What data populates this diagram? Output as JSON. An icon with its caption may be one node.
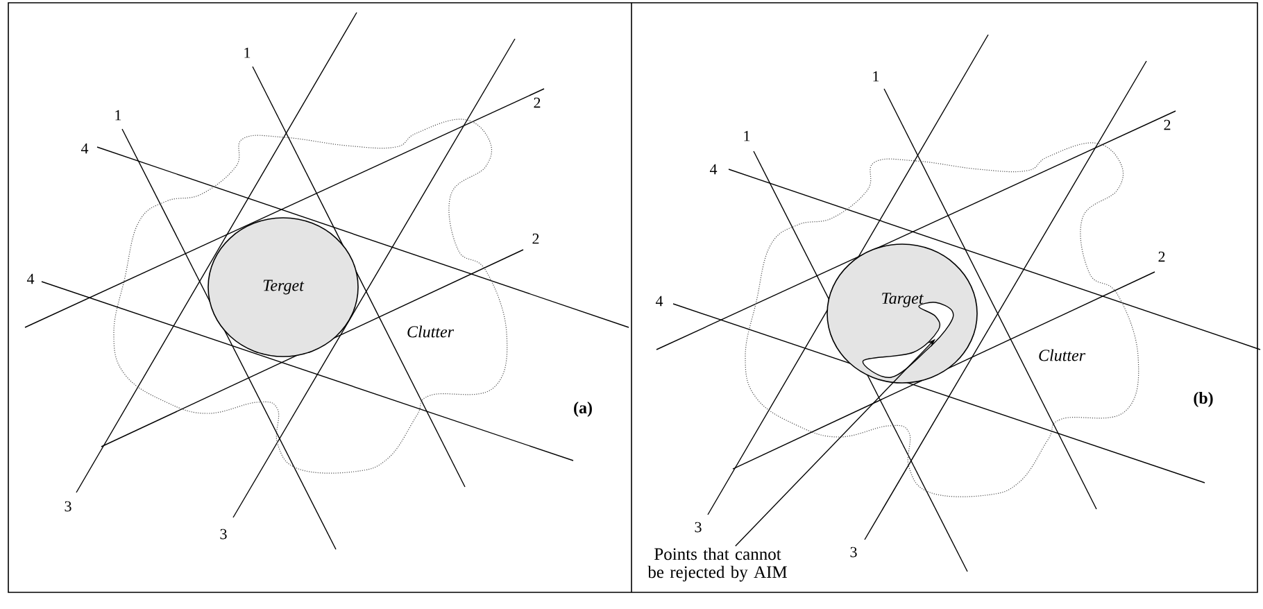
{
  "diagram": {
    "nodes": [
      {
        "text": [
          "Clutter"
        ]
      },
      {
        "text": [
          "Terget"
        ],
        "in": 0
      },
      {
        "text": [
          "Clutter"
        ]
      },
      {
        "text": [
          "Target"
        ],
        "in": 2
      },
      {
        "text": [],
        "shape": "hook",
        "in": 3
      },
      {
        "text": [
          "Points that cannot be rejected by AIM"
        ]
      }
    ],
    "edges": [
      {
        "from": 5,
        "to": 4,
        "arrow": "to"
      }
    ],
    "labels": [
      "1",
      "1",
      "2",
      "4",
      "2",
      "4",
      "3",
      "3",
      "(a)",
      "1",
      "1",
      "2",
      "4",
      "2",
      "4",
      "3",
      "3",
      "(b)"
    ]
  }
}
